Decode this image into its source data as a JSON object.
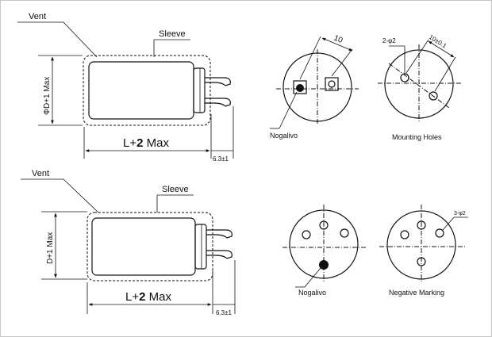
{
  "top_capacitor": {
    "vent": "Vent",
    "sleeve": "Sleeve",
    "diameter": "ΦD+1 Max",
    "length_prefix": "L+",
    "length_num": "2",
    "length_suffix": " Max",
    "pin": "6.3±1"
  },
  "bottom_capacitor": {
    "vent": "Vent",
    "sleeve": "Sleeve",
    "diameter": "D+1 Max",
    "length_prefix": "L+",
    "length_num": "2",
    "length_suffix": " Max",
    "pin": "6.3±1"
  },
  "top_terminal": {
    "label": "Nogalivo",
    "spacing": "10"
  },
  "top_mounting": {
    "label": "Mounting Holes",
    "hole": "2-φ2",
    "spacing": "10±0.1"
  },
  "bottom_terminal": {
    "label": "Nogalivo"
  },
  "bottom_marking": {
    "label": "Negative Marking",
    "hole": "3-φ2"
  }
}
